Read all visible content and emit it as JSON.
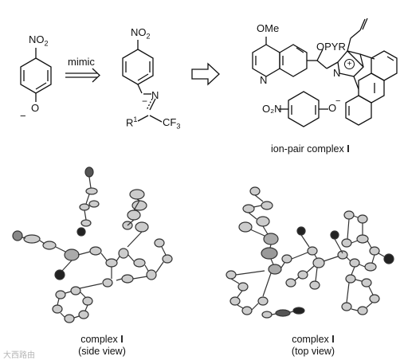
{
  "scheme": {
    "phenolate": {
      "substituent": "NO",
      "sub_index": "2",
      "charge": "−",
      "oxygen": "O"
    },
    "arrow_label": "mimic",
    "azaallyl": {
      "substituent": "NO",
      "sub_index": "2",
      "nitrogen": "N",
      "charge": "−",
      "r_group": "R",
      "r_index": "1",
      "cf_group": "CF",
      "cf_index": "3"
    },
    "catalyst": {
      "methoxy": "OMe",
      "ester": "OPYR",
      "nitrogen": "N",
      "n_charge": "+",
      "quinoline_n": "N",
      "phenolate_no2": "O₂N",
      "phenolate_o": "O",
      "phenolate_charge": "−"
    },
    "complex_label": "ion-pair complex",
    "complex_label_roman": "I"
  },
  "crystal_views": [
    {
      "name": "complex ",
      "roman": "I",
      "view": "(side view)"
    },
    {
      "name": "complex ",
      "roman": "I",
      "view": "(top view)"
    }
  ],
  "watermark": "大西路由"
}
